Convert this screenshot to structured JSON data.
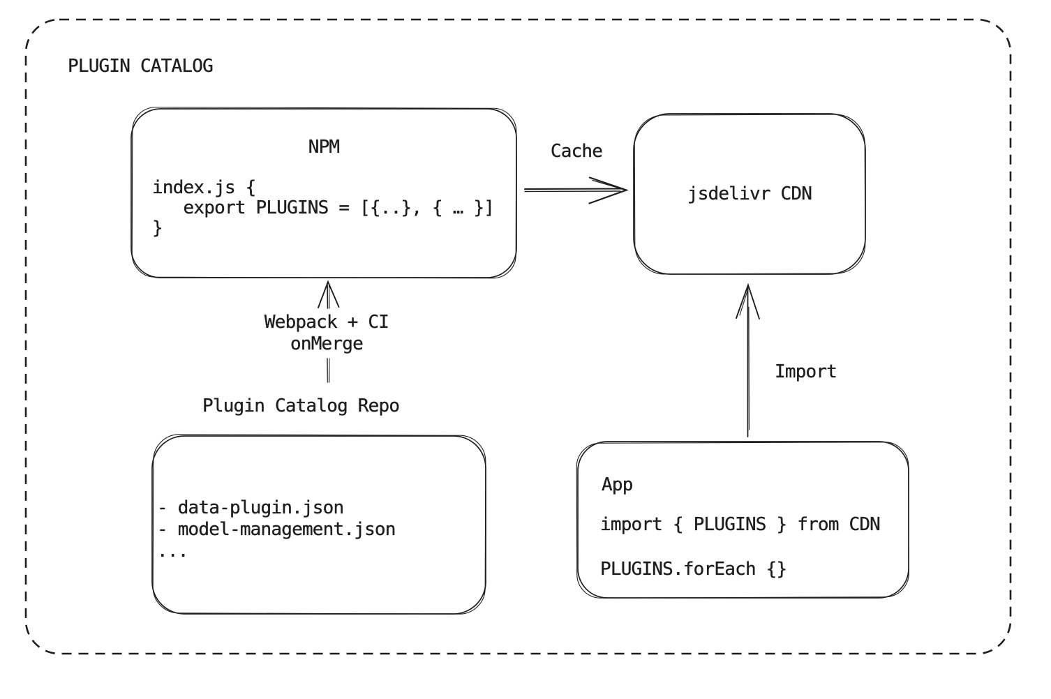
{
  "title": "PLUGIN CATALOG",
  "nodes": {
    "npm": {
      "title": "NPM",
      "code": "index.js {\n   export PLUGINS = [{..}, { … }]\n}"
    },
    "cdn": {
      "label": "jsdelivr CDN"
    },
    "repo": {
      "label": "Plugin Catalog Repo",
      "files": "- data-plugin.json\n- model-management.json\n..."
    },
    "app": {
      "title": "App",
      "import_line": "import { PLUGINS } from CDN",
      "foreach_line": "PLUGINS.forEach {}"
    }
  },
  "edges": {
    "cache": {
      "label": "Cache"
    },
    "build": {
      "label": "Webpack + CI\nonMerge"
    },
    "import": {
      "label": "Import"
    }
  },
  "colors": {
    "ink": "#1e1e1e",
    "background": "#ffffff",
    "connector_gray": "#4a4a4a"
  }
}
